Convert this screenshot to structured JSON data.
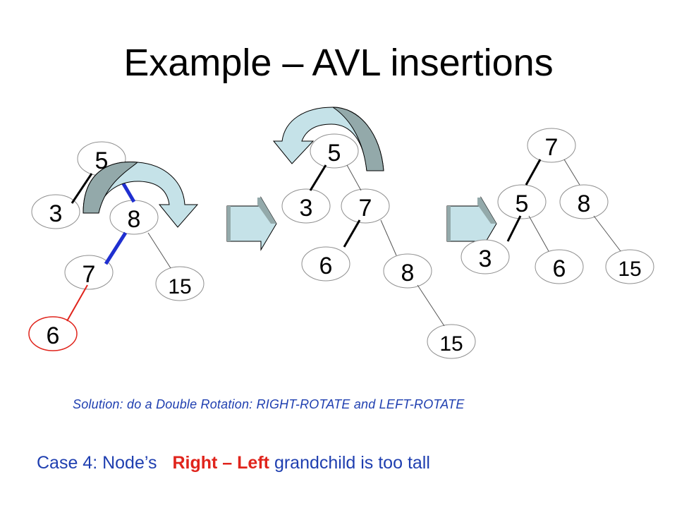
{
  "slide": {
    "title": "Example – AVL insertions",
    "solution_text": "Solution: do a Double Rotation: RIGHT-ROTATE and LEFT-ROTATE",
    "case_label": "Case 4: Node’s",
    "case_highlight": "Right – Left",
    "case_rest": "grandchild is too tall"
  },
  "colors": {
    "text_blue": "#1f3fb0",
    "highlight_red": "#e0241c",
    "edge_blue": "#1f2fd0",
    "new_node_red": "#e0241c",
    "arrow_fill": "#c5e2e8",
    "arrow_shadow": "#93a9aa"
  },
  "trees": [
    {
      "nodes": [
        "5",
        "3",
        "8",
        "7",
        "15",
        "6"
      ]
    },
    {
      "nodes": [
        "5",
        "3",
        "7",
        "6",
        "8",
        "15"
      ]
    },
    {
      "nodes": [
        "7",
        "5",
        "8",
        "3",
        "6",
        "15"
      ]
    }
  ]
}
